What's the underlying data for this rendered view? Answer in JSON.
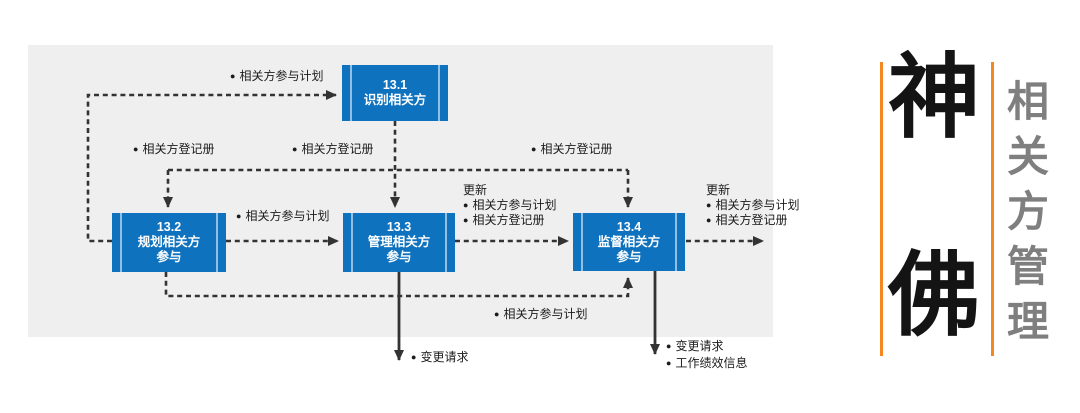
{
  "diagram": {
    "panel_bg": "#efefef",
    "box_color": "#0e72be",
    "arrow_color": "#333333",
    "bullet": "●",
    "boxes": [
      {
        "code": "13.1",
        "line1": "识别相关方"
      },
      {
        "code": "13.2",
        "line1": "规划相关方",
        "line2": "参与"
      },
      {
        "code": "13.3",
        "line1": "管理相关方",
        "line2": "参与"
      },
      {
        "code": "13.4",
        "line1": "监督相关方",
        "line2": "参与"
      }
    ],
    "labels": {
      "top_plan": "相关方参与计划",
      "register_left": "相关方登记册",
      "register_mid": "相关方登记册",
      "register_right": "相关方登记册",
      "mid_plan": "相关方参与计划",
      "update_mid_title": "更新",
      "update_mid_item1": "相关方参与计划",
      "update_mid_item2": "相关方登记册",
      "update_right_title": "更新",
      "update_right_item1": "相关方参与计划",
      "update_right_item2": "相关方登记册",
      "bottom_plan": "相关方参与计划",
      "change_request_133": "变更请求",
      "change_request_134": "变更请求",
      "work_performance": "工作绩效信息"
    }
  },
  "logo": {
    "accent_color": "#f6861f",
    "brand_top": "神",
    "brand_bottom": "佛",
    "title_color": "#7f7f7f",
    "title_chars": [
      "相",
      "关",
      "方",
      "管",
      "理"
    ]
  }
}
